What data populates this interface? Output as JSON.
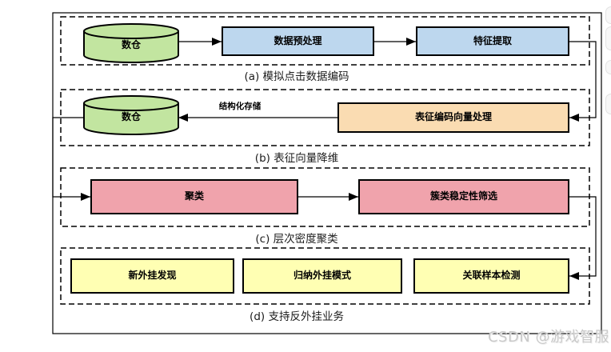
{
  "page": {
    "background": "#ffffff",
    "watermark": "CSDN @游戏智服"
  },
  "colors": {
    "cylinder_green": "#c2e5a0",
    "box_blue": "#bdd7ee",
    "box_orange": "#fadcb2",
    "box_pink": "#f0a3ac",
    "box_yellow": "#ffffb3",
    "line_black": "#000000",
    "watermark_gray": "#c9c9c9"
  },
  "diagram": {
    "sections": [
      {
        "caption": "(a) 模拟点击数据编码",
        "nodes": [
          {
            "shape": "cylinder",
            "label": "数仓"
          },
          {
            "shape": "box",
            "label": "数据预处理"
          },
          {
            "shape": "box",
            "label": "特征提取"
          }
        ]
      },
      {
        "caption": "(b) 表征向量降维",
        "edge_label": "结构化存储",
        "nodes": [
          {
            "shape": "cylinder",
            "label": "数仓"
          },
          {
            "shape": "box",
            "label": "表征编码向量处理"
          }
        ]
      },
      {
        "caption": "(c) 层次密度聚类",
        "nodes": [
          {
            "shape": "box",
            "label": "聚类"
          },
          {
            "shape": "box",
            "label": "簇类稳定性筛选"
          }
        ]
      },
      {
        "caption": "(d) 支持反外挂业务",
        "nodes": [
          {
            "shape": "box",
            "label": "新外挂发现"
          },
          {
            "shape": "box",
            "label": "归纳外挂模式"
          },
          {
            "shape": "box",
            "label": "关联样本检测"
          }
        ]
      }
    ]
  }
}
